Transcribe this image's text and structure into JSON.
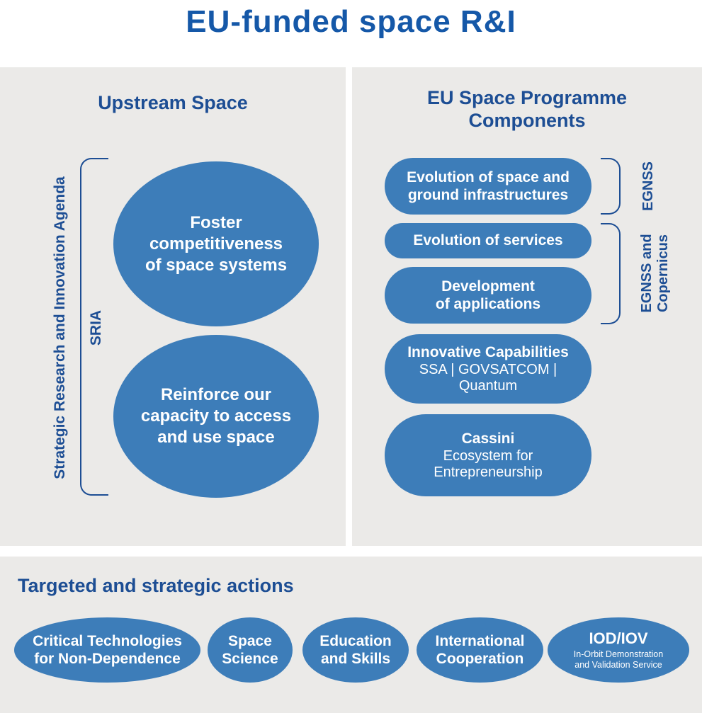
{
  "title": "EU-funded space R&I",
  "colors": {
    "shape_blue": "#3d7db9",
    "navy_text": "#1d4e94",
    "title_blue": "#1558a8",
    "panel_background": "#ebeae8",
    "shape_text": "#ffffff"
  },
  "upstream": {
    "heading": "Upstream Space",
    "sria_label": "Strategic Research and Innovation Agenda",
    "sria_abbr": "SRIA",
    "ellipses": [
      {
        "text": "Foster\ncompetitiveness\nof space systems"
      },
      {
        "text": "Reinforce our\ncapacity to access\nand use space"
      }
    ]
  },
  "programme": {
    "heading": "EU Space Programme\nComponents",
    "pills": [
      {
        "title": "Evolution of space and\nground infrastructures"
      },
      {
        "title": "Evolution of services"
      },
      {
        "title": "Development\nof applications"
      },
      {
        "title": "Innovative Capabilities",
        "subtitle": "SSA | GOVSATCOM |\nQuantum"
      },
      {
        "title": "Cassini",
        "subtitle": "Ecosystem for\nEntrepreneurship"
      }
    ],
    "brackets": [
      {
        "label": "EGNSS"
      },
      {
        "label": "EGNSS and\nCopernicus"
      }
    ]
  },
  "actions": {
    "heading": "Targeted and strategic actions",
    "items": [
      {
        "title": "Critical Technologies\nfor Non-Dependence"
      },
      {
        "title": "Space\nScience"
      },
      {
        "title": "Education\nand Skills"
      },
      {
        "title": "International\nCooperation"
      },
      {
        "title": "IOD/IOV",
        "subtitle": "In-Orbit Demonstration\nand Validation Service"
      }
    ]
  }
}
